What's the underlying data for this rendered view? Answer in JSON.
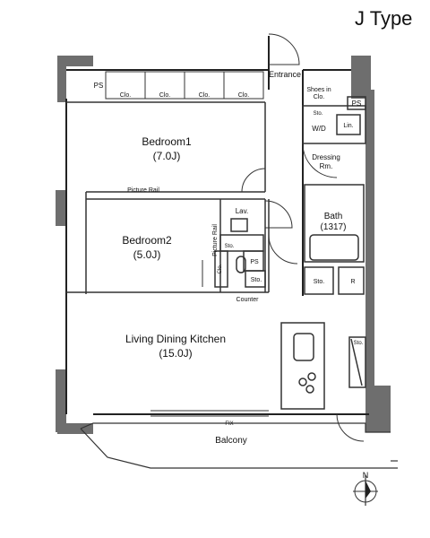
{
  "plan_title": "J Type",
  "rooms": {
    "bedroom1": {
      "name": "Bedroom1",
      "size": "(7.0J)"
    },
    "bedroom2": {
      "name": "Bedroom2",
      "size": "(5.0J)"
    },
    "ldk": {
      "name": "Living Dining Kitchen",
      "size": "(15.0J)"
    }
  },
  "bath": {
    "name": "Bath",
    "size": "(1317)"
  },
  "labels": {
    "entrance": "Entrance",
    "shoes_1": "Shoes in",
    "shoes_2": "Clo.",
    "ps": "PS",
    "clo": "Clo.",
    "sto": "Sto.",
    "lin": "Lin.",
    "wd": "W/D",
    "dressing_1": "Dressing",
    "dressing_2": "Rm.",
    "lav": "Lav.",
    "picture_rail": "Picture Rail",
    "counter": "Counter",
    "fix": "FIX",
    "balcony": "Balcony",
    "r": "R",
    "north": "N"
  }
}
